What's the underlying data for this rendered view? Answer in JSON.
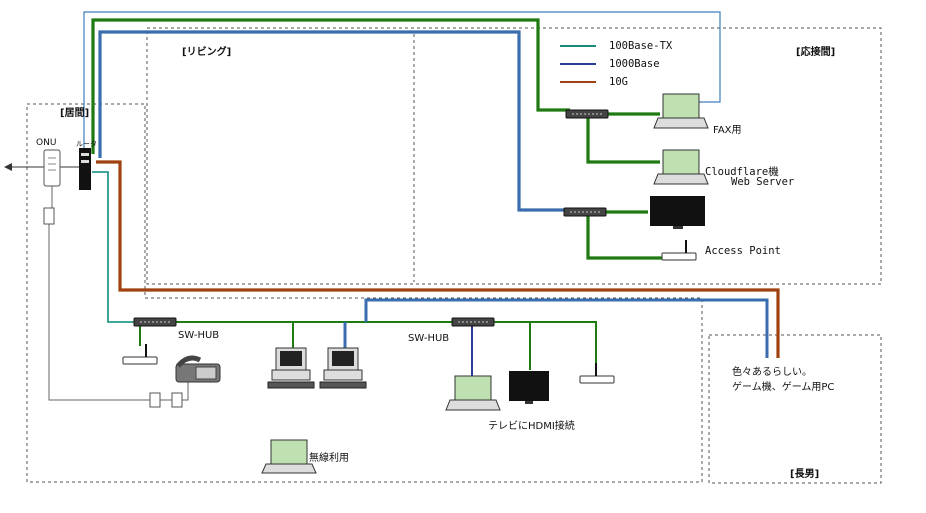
{
  "rooms": {
    "living": "[リビング]",
    "reception": "[応接間]",
    "family": "[居間]",
    "son": "[長男]"
  },
  "legend": [
    {
      "label": "100Base-TX",
      "color": "#1b8a7a"
    },
    {
      "label": "1000Base",
      "color": "#2a3b9a"
    },
    {
      "label": "10G",
      "color": "#a0420f"
    }
  ],
  "labels": {
    "onu": "ONU",
    "router": "ルータ",
    "fax": "FAX用",
    "cloudflare_line1": "Cloudflare機",
    "cloudflare_line2": "Web Server",
    "access_point": "Access Point",
    "sw_hub_left": "SW-HUB",
    "sw_hub_center": "SW-HUB",
    "tv_hdmi": "テレビにHDMI接続",
    "wireless": "無線利用",
    "son_line1": "色々あるらしい。",
    "son_line2": "ゲーム機、ゲーム用PC"
  },
  "colors": {
    "green": "#1f7a12",
    "blue": "#3a6db0",
    "thin_blue": "#3d7fc0",
    "teal": "#2a9a8a",
    "brown": "#a0420f",
    "navy": "#2a3b9a",
    "screen": "#bfe0b0"
  }
}
